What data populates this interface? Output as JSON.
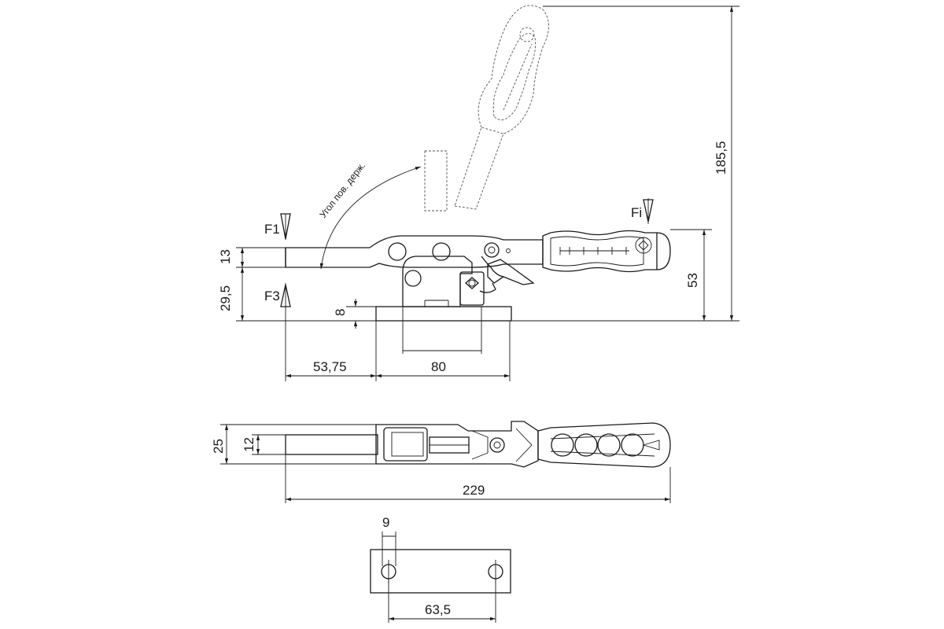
{
  "labels": {
    "force_f1": "F1",
    "force_f3": "F3",
    "force_fi": "Fi",
    "angle_note": "Угол пов. держ."
  },
  "dimensions": {
    "height_top": "13",
    "height_mid": "29,5",
    "base_thickness": "8",
    "handle_height": "53",
    "open_height": "185,5",
    "offset_front": "53,75",
    "hole_spacing_side": "80",
    "top_width_total": "25",
    "top_spindle_width": "12",
    "total_length": "229",
    "hole_diameter": "9",
    "hole_spacing": "63,5"
  }
}
